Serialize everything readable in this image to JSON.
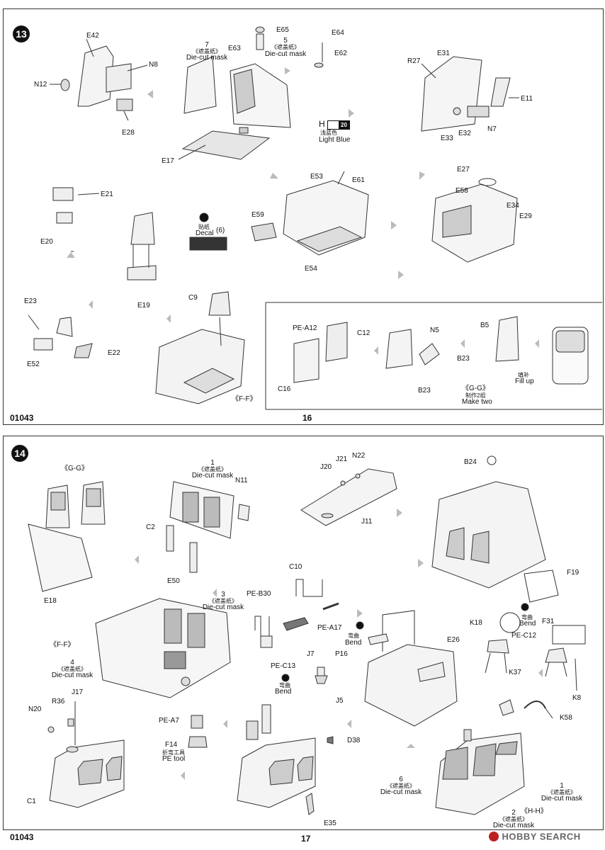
{
  "page16": {
    "step": "13",
    "code": "01043",
    "page_number": "16",
    "labels": {
      "E42": "E42",
      "N8": "N8",
      "N12": "N12",
      "E28": "E28",
      "p7": "7",
      "p7cn": "《遮盖纸》",
      "p7en": "Die-cut mask",
      "E65": "E65",
      "E63": "E63",
      "p5": "5",
      "p5cn": "《遮盖纸》",
      "p5en": "Die-cut mask",
      "E64": "E64",
      "E62": "E62",
      "H": "H",
      "H20": "20",
      "Hcn": "浅蓝色",
      "Hen": "Light Blue",
      "E17": "E17",
      "R27": "R27",
      "E31": "E31",
      "E11": "E11",
      "N7": "N7",
      "E33": "E33",
      "E32": "E32",
      "E21": "E21",
      "E20": "E20",
      "E19": "E19",
      "decal_cn": "贴纸",
      "decal_en": "Decal",
      "decal_num": "(6)",
      "E59": "E59",
      "E53": "E53",
      "E61": "E61",
      "E54": "E54",
      "E27": "E27",
      "E58": "E58",
      "E34": "E34",
      "E29": "E29",
      "E23": "E23",
      "E52": "E52",
      "E22": "E22",
      "C9": "C9",
      "FF": "《F-F》",
      "PEA12": "PE-A12",
      "C12": "C12",
      "C16": "C16",
      "N5": "N5",
      "B23a": "B23",
      "B5": "B5",
      "B23b": "B23",
      "fill_cn": "填补",
      "fill_en": "Fill up",
      "GG": "《G-G》",
      "make_cn": "制作2组",
      "make_en": "Make two"
    }
  },
  "page17": {
    "step": "14",
    "code": "01043",
    "page_number": "17",
    "watermark": "HOBBY SEARCH",
    "labels": {
      "GG": "《G-G》",
      "E18": "E18",
      "p1": "1",
      "p1cn": "《遮盖纸》",
      "p1en": "Die-cut mask",
      "N11": "N11",
      "C2": "C2",
      "E50": "E50",
      "J20": "J20",
      "J21": "J21",
      "N22": "N22",
      "J11": "J11",
      "B24": "B24",
      "F19": "F19",
      "F31": "F31",
      "bend_cn1": "弯曲",
      "bend_en1": "Bend",
      "FF": "《F-F》",
      "p3": "3",
      "p3cn": "《遮盖纸》",
      "p3en": "Die-cut mask",
      "p4": "4",
      "p4cn": "《遮盖纸》",
      "p4en": "Die-cut mask",
      "C10": "C10",
      "PEB30": "PE-B30",
      "PEA17": "PE-A17",
      "bend_cn2": "弯曲",
      "bend_en2": "Bend",
      "PEC13": "PE-C13",
      "bend_cn3": "弯曲",
      "bend_en3": "Bend",
      "J7": "J7",
      "J5": "J5",
      "P16": "P16",
      "E26": "E26",
      "K18": "K18",
      "PEC12": "PE-C12",
      "K37": "K37",
      "K8": "K8",
      "K58": "K58",
      "N20": "N20",
      "R36": "R36",
      "J17": "J17",
      "C1": "C1",
      "PEA7": "PE-A7",
      "F14": "F14",
      "tool_cn": "折弯工具",
      "tool_en": "PE tool",
      "D38": "D38",
      "E35": "E35",
      "p6": "6",
      "p6cn": "《遮盖纸》",
      "p6en": "Die-cut mask",
      "p1b": "1",
      "p1bcn": "《遮盖纸》",
      "p1ben": "Die-cut mask",
      "p2": "2",
      "p2cn": "《遮盖纸》",
      "p2en": "Die-cut mask",
      "HH": "《H-H》"
    }
  }
}
